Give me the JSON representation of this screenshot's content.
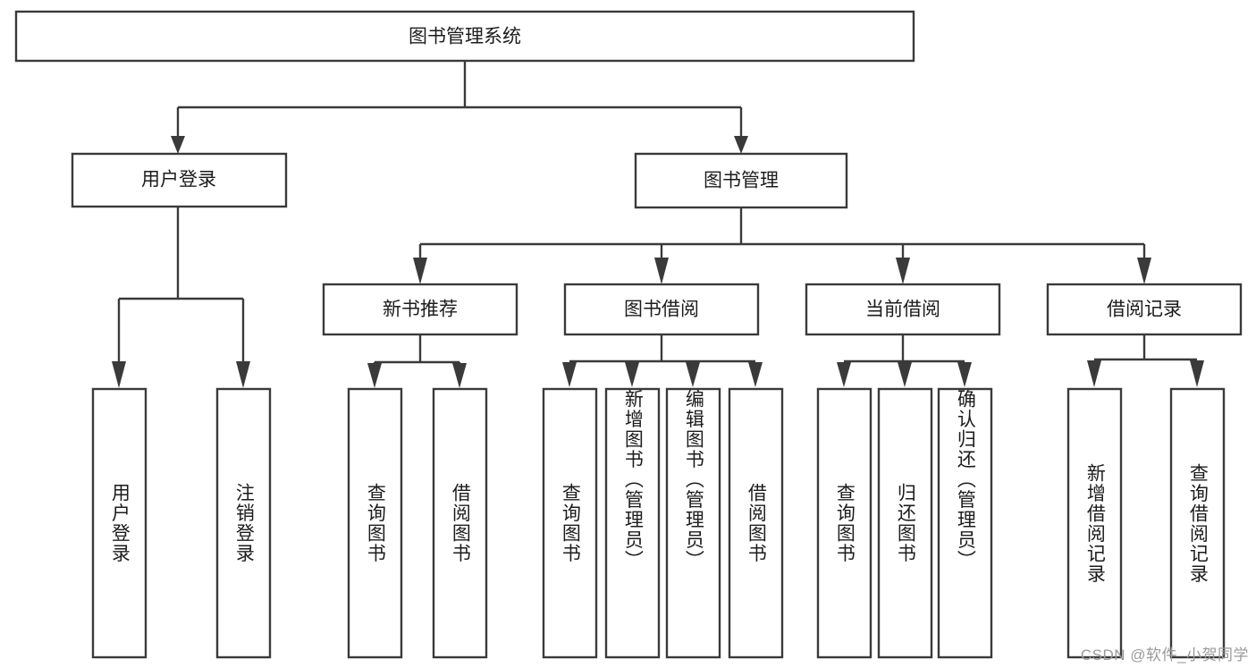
{
  "diagram": {
    "title_node": {
      "label": "图书管理系统"
    },
    "level2": [
      {
        "id": "user-login",
        "label": "用户登录"
      },
      {
        "id": "book-manage",
        "label": "图书管理"
      }
    ],
    "level3": [
      {
        "id": "new-book-recommend",
        "label": "新书推荐"
      },
      {
        "id": "book-borrow",
        "label": "图书借阅"
      },
      {
        "id": "current-borrow",
        "label": "当前借阅"
      },
      {
        "id": "borrow-record",
        "label": "借阅记录"
      }
    ],
    "leaves": {
      "user_login": [
        {
          "id": "leaf-user-login",
          "label": "用户登录"
        },
        {
          "id": "leaf-logout-login",
          "label": "注销登录"
        }
      ],
      "new_book_recommend": [
        {
          "id": "leaf-query-book-1",
          "label": "查询图书"
        },
        {
          "id": "leaf-borrow-book-1",
          "label": "借阅图书"
        }
      ],
      "book_borrow": [
        {
          "id": "leaf-query-book-2",
          "label": "查询图书"
        },
        {
          "id": "leaf-add-book",
          "label": "新增图书（管理员）"
        },
        {
          "id": "leaf-edit-book",
          "label": "编辑图书（管理员）"
        },
        {
          "id": "leaf-borrow-book-2",
          "label": "借阅图书"
        }
      ],
      "current_borrow": [
        {
          "id": "leaf-query-book-3",
          "label": "查询图书"
        },
        {
          "id": "leaf-return-book",
          "label": "归还图书"
        },
        {
          "id": "leaf-confirm-return",
          "label": "确认归还（管理员）"
        }
      ],
      "borrow_record": [
        {
          "id": "leaf-add-record",
          "label": "新增借阅记录"
        },
        {
          "id": "leaf-query-record",
          "label": "查询借阅记录"
        }
      ]
    },
    "watermark": "CSDN @软件_小贺同学",
    "colors": {
      "stroke": "#3a3a3a",
      "box_fill": "#ffffff",
      "text": "#1c1c1c",
      "watermark": "#9a9a9a",
      "background": "#ffffff"
    }
  }
}
